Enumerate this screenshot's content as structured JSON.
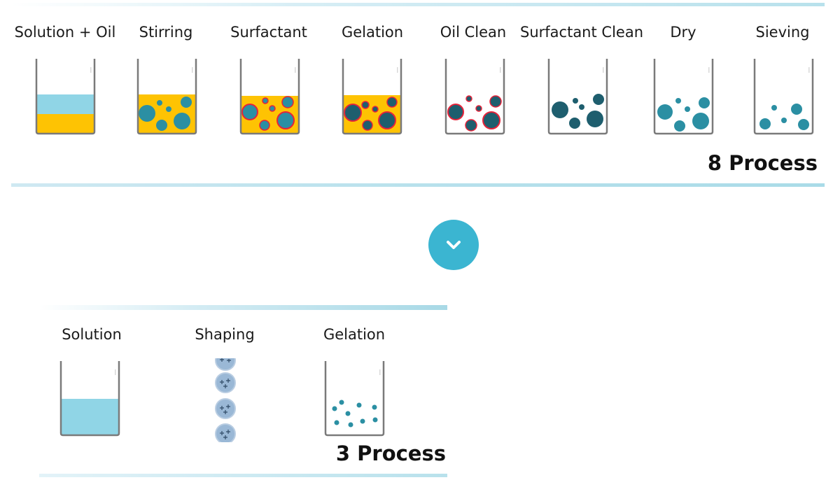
{
  "top": {
    "steps": [
      {
        "label": "Solution + Oil"
      },
      {
        "label": "Stirring"
      },
      {
        "label": "Surfactant"
      },
      {
        "label": "Gelation"
      },
      {
        "label": "Oil Clean"
      },
      {
        "label": "Surfactant Clean"
      },
      {
        "label": "Dry"
      },
      {
        "label": "Sieving"
      }
    ],
    "total_label": "8 Process"
  },
  "bottom": {
    "steps": [
      {
        "label": "Solution"
      },
      {
        "label": "Shaping"
      },
      {
        "label": "Gelation"
      }
    ],
    "total_label": "3 Process"
  },
  "icons": {
    "transition": "chevron-down-icon"
  },
  "colors": {
    "oil": "#fec303",
    "solution": "#90d5e6",
    "particle": "#2b8fa3",
    "particle_dark": "#1e5e6e",
    "surfactant_ring": "#e6233a",
    "accent": "#3bb5d1",
    "beaker_wall": "#7a7a7a"
  }
}
